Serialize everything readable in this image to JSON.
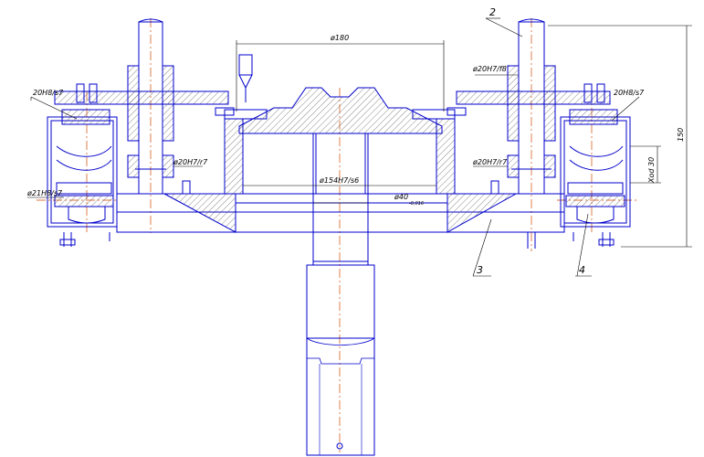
{
  "colors": {
    "outline": "#0000cc",
    "dimension": "#000000",
    "centerline": "#d24a00",
    "hatch": "#555555",
    "background": "#ffffff"
  },
  "dimensions": {
    "d180": "ø180",
    "d154": "ø154H7/s6",
    "d40": "ø40",
    "d40_tol": "-0,016",
    "fit_left_top": "20H8/s7",
    "fit_right_top": "20H8/s7",
    "fit_right_shaft_top": "ø20H7/f8",
    "fit_left_shaft_mid": "ø20H7/r7",
    "fit_right_shaft_mid": "ø20H7/r7",
    "fit_left_bottom": "ø21H8/s7",
    "stroke": "Xod 30",
    "height": "150"
  },
  "callouts": [
    "2",
    "3",
    "4"
  ]
}
